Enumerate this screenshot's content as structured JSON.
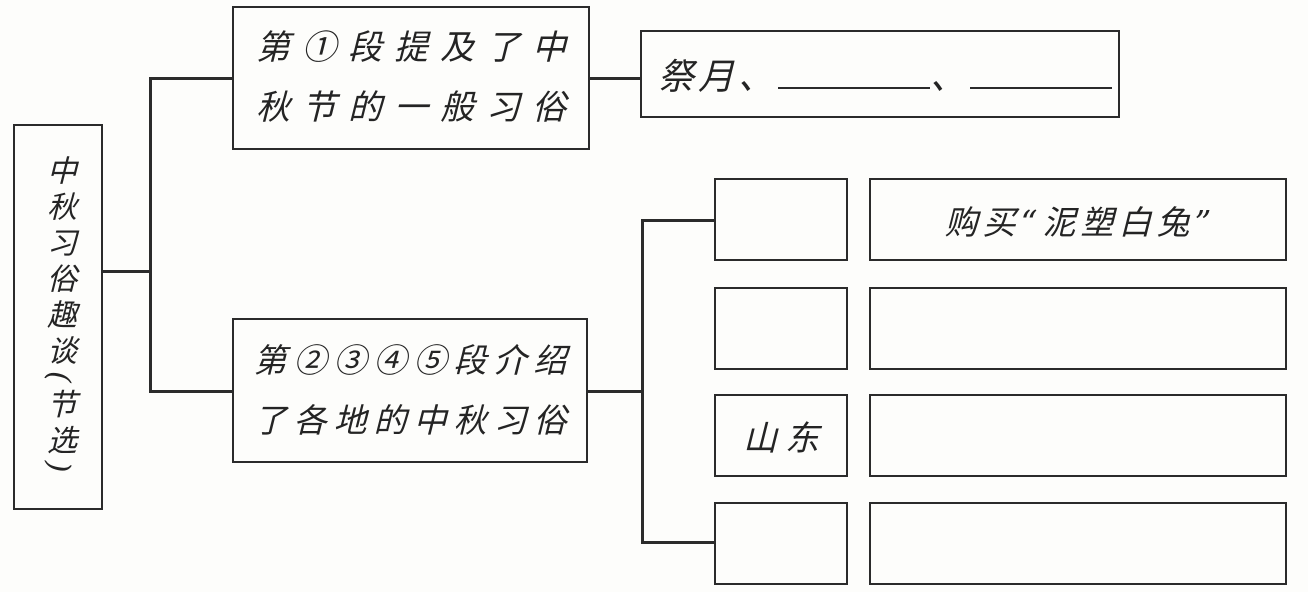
{
  "diagram": {
    "root": {
      "label": "中秋习俗趣谈(节选)"
    },
    "branch_general": {
      "line1": "第①段提及了中",
      "line2": "秋节的一般习俗"
    },
    "general_customs": {
      "prefix": "祭月、",
      "separator": "、",
      "blank1": "",
      "blank2": ""
    },
    "branch_regional": {
      "line1": "第②③④⑤段介绍",
      "line2": "了各地的中秋习俗"
    },
    "regional_rows": [
      {
        "region": "",
        "custom": "购买“泥塑白兔”"
      },
      {
        "region": "",
        "custom": ""
      },
      {
        "region": "山东",
        "custom": ""
      },
      {
        "region": "",
        "custom": ""
      }
    ],
    "colors": {
      "ink": "#2b2b2b",
      "paper": "#fdfdfb"
    }
  }
}
